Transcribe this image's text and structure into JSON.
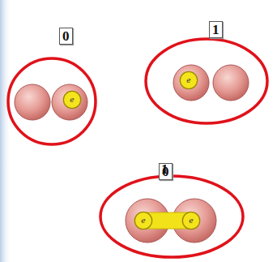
{
  "diagram": {
    "nodes": [
      {
        "text": [
          "0"
        ]
      },
      {
        "text": [
          "e"
        ],
        "in": 0
      },
      {
        "text": [
          "1"
        ]
      },
      {
        "text": [
          "e"
        ],
        "in": 2
      },
      {
        "text": [
          "0",
          "1"
        ]
      },
      {
        "text": [
          "e"
        ],
        "in": 4
      },
      {
        "text": [
          "e"
        ],
        "in": 4
      }
    ]
  }
}
